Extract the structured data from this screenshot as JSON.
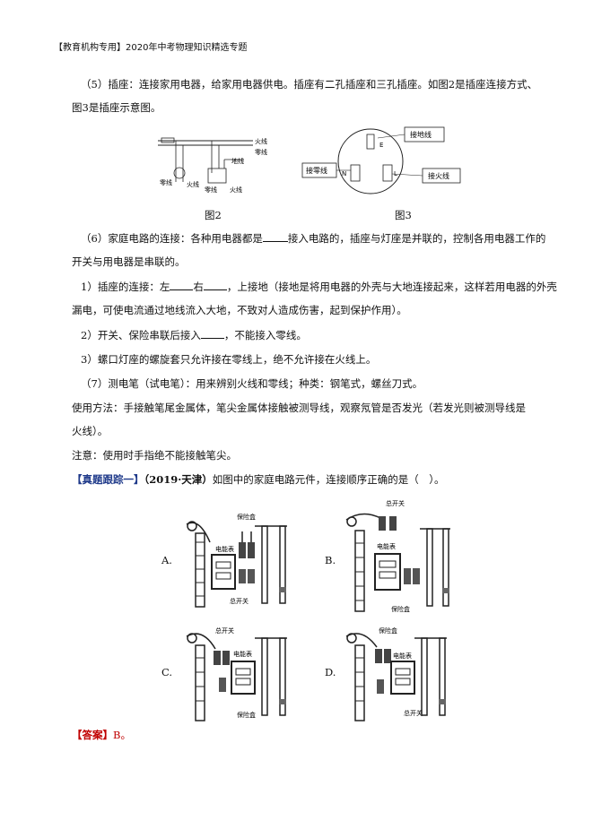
{
  "header": "【教育机构专用】2020年中考物理知识精选专题",
  "p1": {
    "line1": "（5）插座：连接家用电器，给家用电器供电。插座有二孔插座和三孔插座。如图2是插座连接方式、",
    "line2": "图3是插座示意图。"
  },
  "fig2": {
    "caption": "图2",
    "labels": {
      "huoxian": "火线",
      "lingxian": "零线",
      "dixian": "地线",
      "lingxian2": "零线",
      "huoxian2": "火线",
      "lingxian3": "零线",
      "huoxian3": "火线"
    }
  },
  "fig3": {
    "caption": "图3",
    "labels": {
      "jiedi": "接地线",
      "jieling": "接零线",
      "jiehuo": "接火线",
      "E": "E",
      "N": "N",
      "L": "L"
    }
  },
  "p6": {
    "line1a": "（6）家庭电路的连接：各种用电器都是",
    "line1b": "接入电路的，插座与灯座是并联的，控制各用电器工作的",
    "line2": "开关与用电器是串联的。"
  },
  "item1": {
    "a": "1）插座的连接：左",
    "b": "右",
    "c": "，上接地（接地是将用电器的外壳与大地连接起来，这样若用电器的外壳",
    "line2": "漏电，可使电流通过地线流入大地，不致对人造成伤害，起到保护作用）。"
  },
  "item2": {
    "a": "2）开关、保险串联后接入",
    "b": "，不能接入零线。"
  },
  "item3": "3）螺口灯座的螺旋套只允许接在零线上，绝不允许接在火线上。",
  "item7": "（7）测电笔（试电笔）：用来辨别火线和零线；种类：钢笔式，螺丝刀式。",
  "usage": {
    "line1": "使用方法：手接触笔尾金属体，笔尖金属体接触被测导线，观察氖管是否发光（若发光则被测导线是",
    "line2": "火线）。"
  },
  "note": "注意：使用时手指绝不能接触笔尖。",
  "question": {
    "tag": "【真题跟踪一】",
    "source": "（2019·天津）",
    "text": "如图中的家庭电路元件，连接顺序正确的是（　）。"
  },
  "options": {
    "A": {
      "letter": "A.",
      "labels": [
        "保险盒",
        "电能表",
        "总开关"
      ]
    },
    "B": {
      "letter": "B.",
      "labels": [
        "总开关",
        "电能表",
        "保险盒"
      ]
    },
    "C": {
      "letter": "C.",
      "labels": [
        "总开关",
        "电能表",
        "保险盒"
      ]
    },
    "D": {
      "letter": "D.",
      "labels": [
        "保险盒",
        "电能表",
        "总开关"
      ]
    }
  },
  "answer": {
    "tag": "【答案】",
    "value": "B。"
  }
}
